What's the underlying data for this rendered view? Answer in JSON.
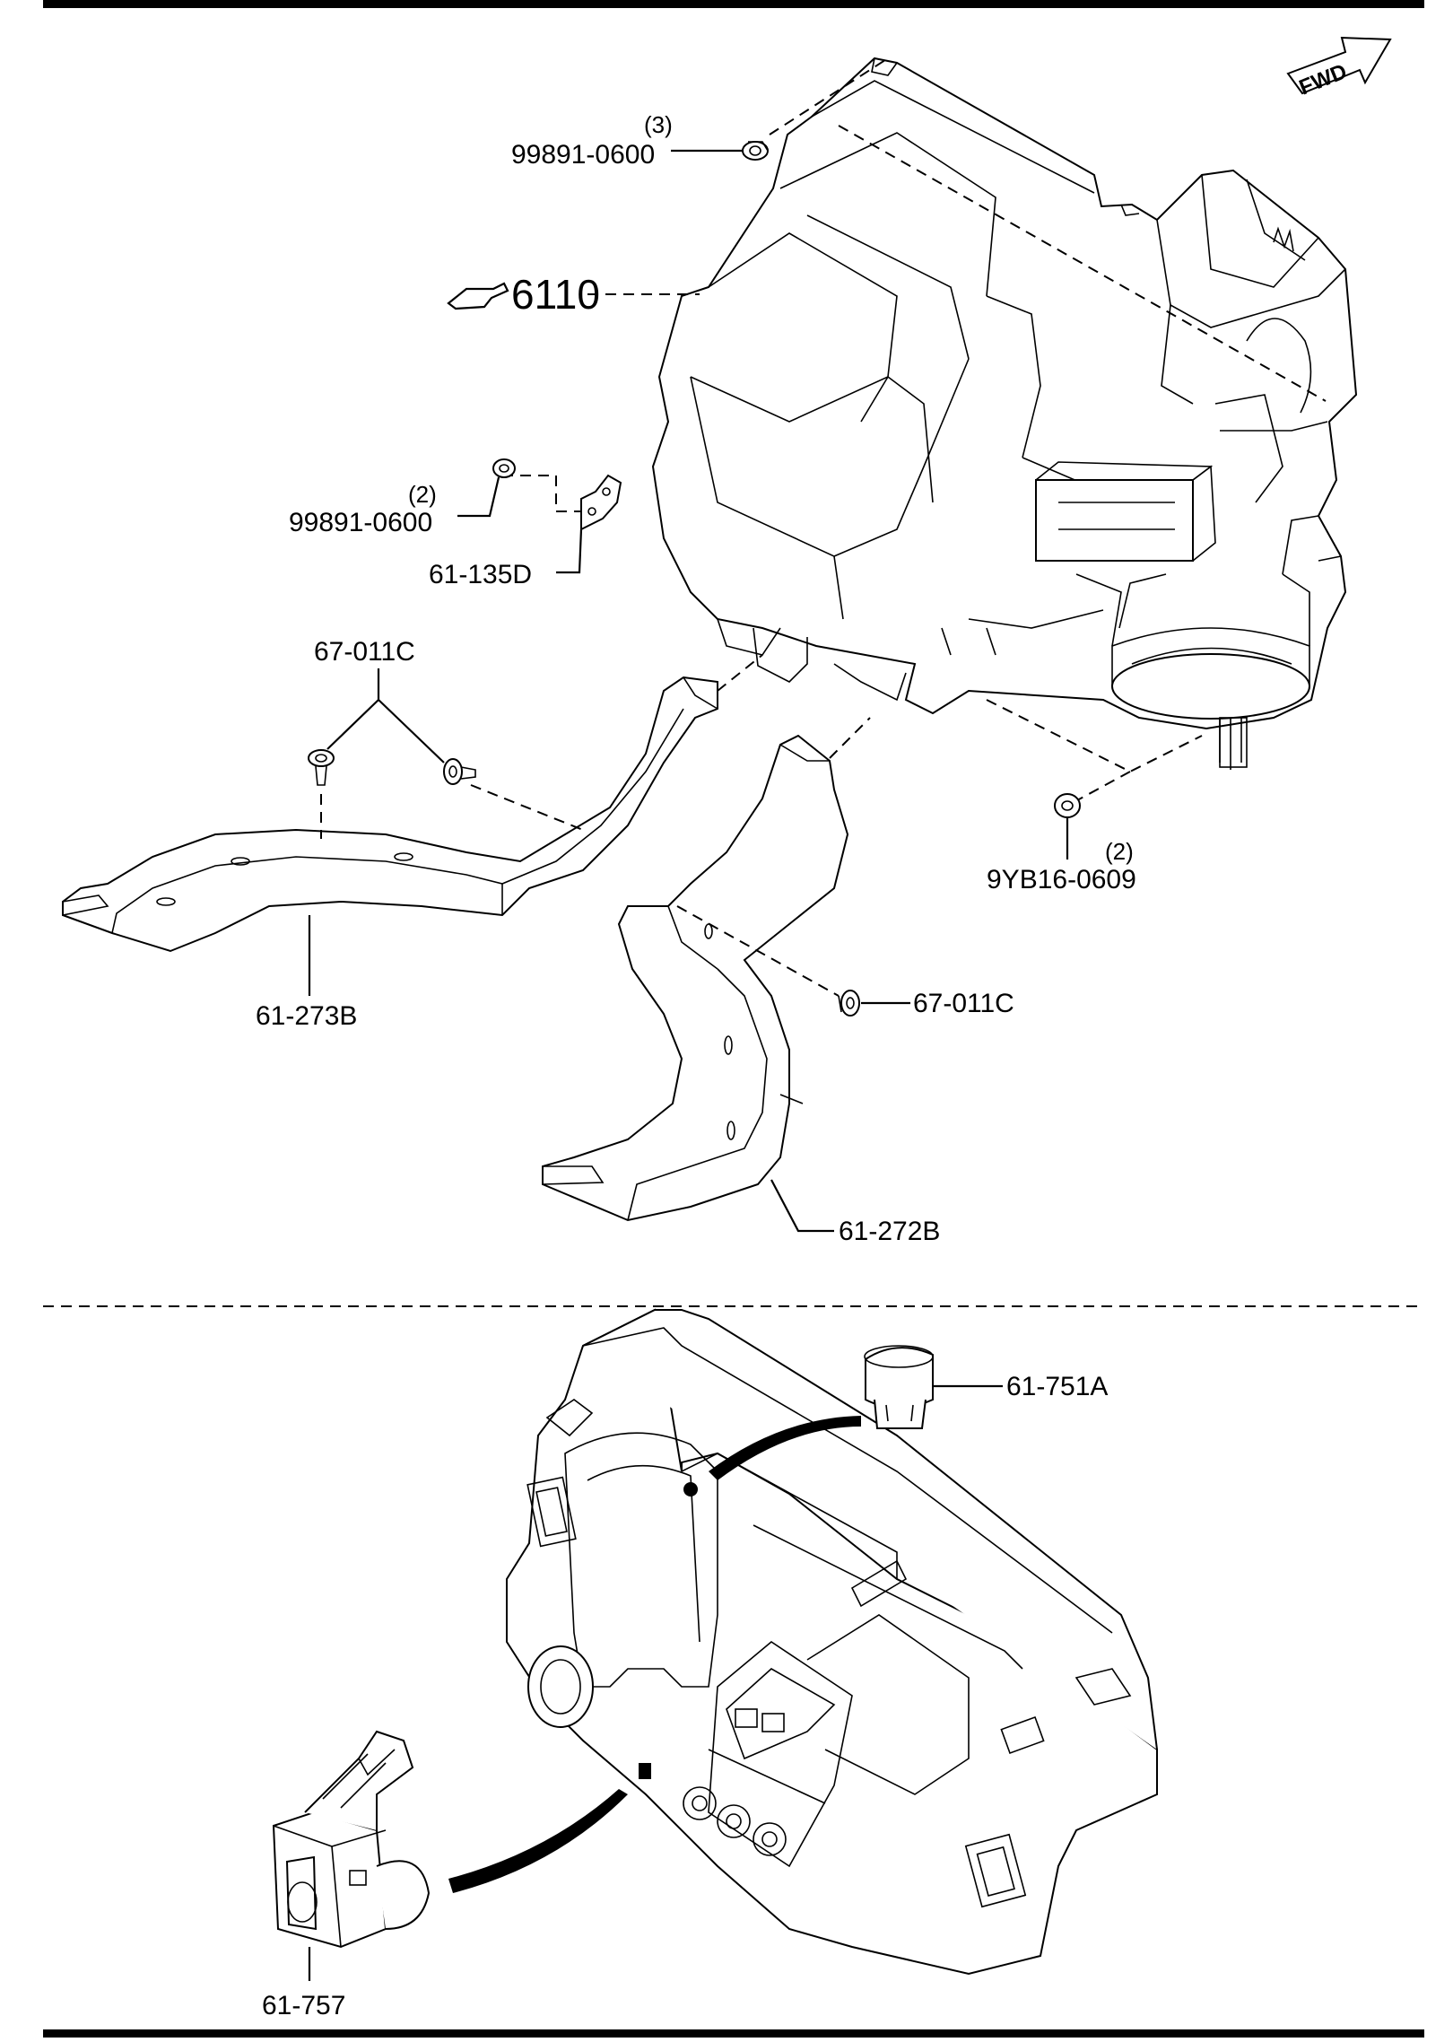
{
  "fwd_label": "FWD",
  "callouts": {
    "unit": {
      "part": "6110"
    },
    "nut_top": {
      "qty": "(3)",
      "part": "99891-0600"
    },
    "nut_left": {
      "qty": "(2)",
      "part": "99891-0600"
    },
    "bracket": {
      "part": "61-135D"
    },
    "clip_pair": {
      "part": "67-011C"
    },
    "clip_single": {
      "part": "67-011C"
    },
    "screw": {
      "qty": "(2)",
      "part": "9YB16-0609"
    },
    "duct_left": {
      "part": "61-273B"
    },
    "duct_right": {
      "part": "61-272B"
    },
    "sensor_top": {
      "part": "61-751A"
    },
    "switch": {
      "part": "61-757"
    }
  }
}
